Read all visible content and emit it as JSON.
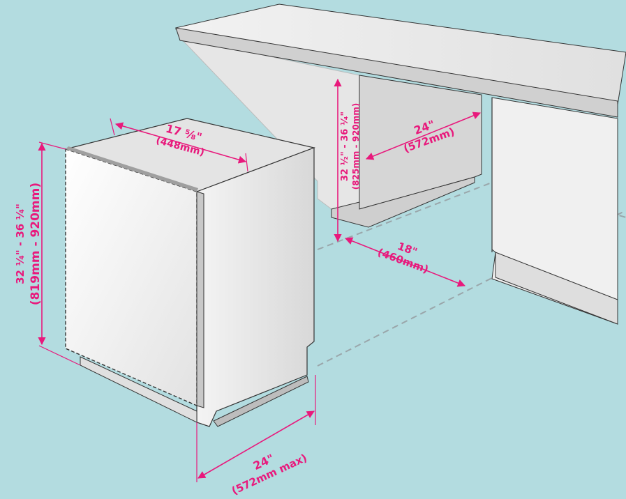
{
  "colors": {
    "background": "#b3dce0",
    "dimension": "#e8197c",
    "cabinet_front": "#f3f3f3",
    "cabinet_side": "#dcdcdc",
    "outline": "#2a2a2a"
  },
  "dimensions": {
    "appliance_width": {
      "inch": "17 ⁵⁄₈\"",
      "mm": "(448mm)"
    },
    "appliance_height": {
      "inch": "32 ¹⁄₄\" - 36 ¹⁄₄\"",
      "mm": "(819mm - 920mm)"
    },
    "appliance_depth": {
      "inch": "24\"",
      "mm": "(572mm max)"
    },
    "niche_height": {
      "inch": "32 ¹⁄₂\" - 36 ¹⁄₄\"",
      "mm": "(825mm - 920mm)"
    },
    "niche_depth": {
      "inch": "24\"",
      "mm": "(572mm)"
    },
    "niche_width": {
      "inch": "18\"",
      "mm": "(460mm)"
    }
  }
}
